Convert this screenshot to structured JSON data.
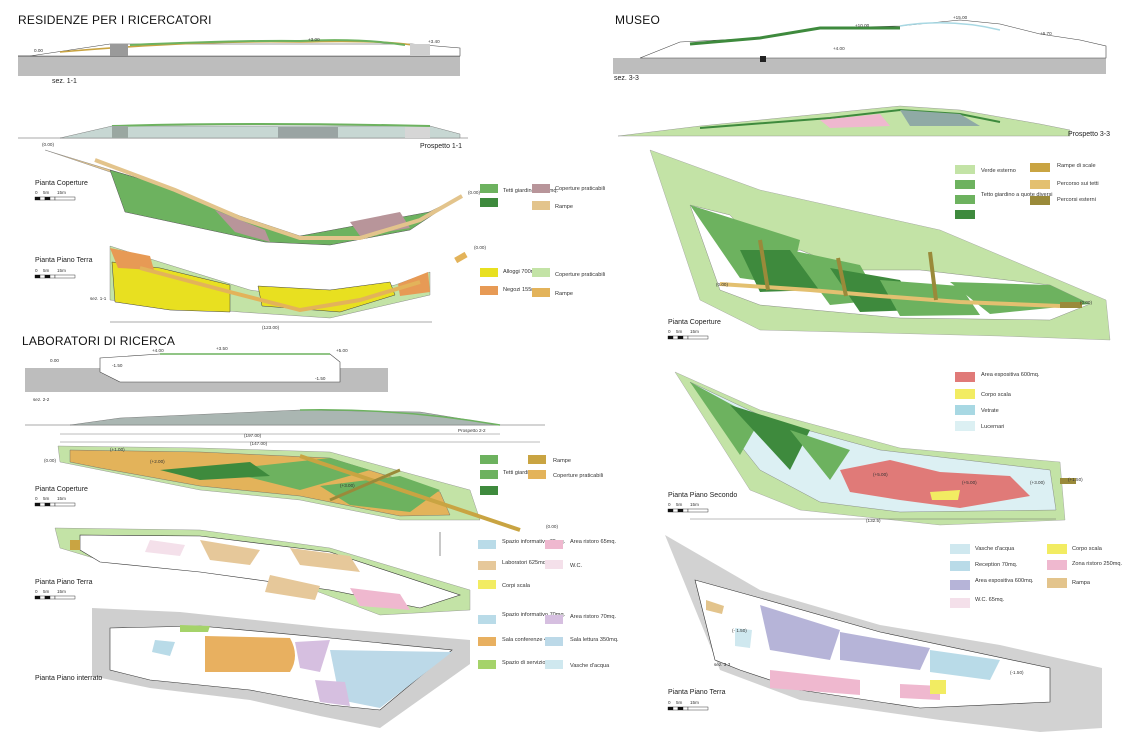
{
  "residenze": {
    "title": "RESIDENZE PER I RICERCATORI",
    "sez_label": "sez. 1-1",
    "prospetto": "Prospetto 1-1",
    "sez_elev": [
      "0.00",
      "+3.00",
      "+3.40"
    ],
    "coperture_title": "Pianta Coperture",
    "coperture_origin": "(0.00)",
    "coperture_end": "(0.00)",
    "coperture_legend": [
      {
        "label": "Tetti giardino 1000mq.",
        "color": "#6db25f"
      },
      {
        "label": "Coperture praticabili",
        "color": "#b8959a"
      },
      {
        "label": "Rampe",
        "color": "#e3c48c"
      }
    ],
    "terra_title": "Pianta Piano Terra",
    "terra_legend": [
      {
        "label": "Alloggi 700mq.",
        "color": "#e8e020"
      },
      {
        "label": "Coperture praticabili",
        "color": "#c3e3a6"
      },
      {
        "label": "Negozi 155mq.",
        "color": "#e79a55"
      },
      {
        "label": "Rampe",
        "color": "#e3b35a"
      }
    ],
    "terra_sez": "sez. 1-1",
    "terra_end": "(0.00)",
    "terra_dim": "(123.00)"
  },
  "laboratori": {
    "title": "LABORATORI DI RICERCA",
    "sez_label": "sez. 2-2",
    "sez_elev": [
      "+4.00",
      "+3.50",
      "+5.00",
      "0.00",
      "-1.50",
      "-1.50"
    ],
    "prospetto": "Prospetto 2-2",
    "dim1": "(197.00)",
    "dim2": "(147.00)",
    "coperture_title": "Pianta Coperture",
    "coperture_legend": [
      {
        "label": "Tetti giardino",
        "color": "#6db25f"
      },
      {
        "label": "Rampe",
        "color": "#c9a442"
      },
      {
        "label": "Coperture praticabili",
        "color": "#e3b35a"
      }
    ],
    "coperture_elev": [
      "(0.00)",
      "(+1.00)",
      "(+2.00)",
      "(+3.00)",
      "(0.00)"
    ],
    "terra_title": "Pianta Piano Terra",
    "terra_legend": [
      {
        "label": "Spazio informativo 70mq.",
        "color": "#b9dbe8"
      },
      {
        "label": "Area ristoro 65mq.",
        "color": "#efb8cf"
      },
      {
        "label": "Laboratori 625mq.",
        "color": "#e6c89a"
      },
      {
        "label": "W.C.",
        "color": "#f4e0ea"
      },
      {
        "label": "Corpi scala",
        "color": "#f2ec62"
      }
    ],
    "interrato_title": "Pianta Piano interrato",
    "interrato_legend": [
      {
        "label": "Spazio informativo 70mq.",
        "color": "#b9dbe8"
      },
      {
        "label": "Area ristoro 70mq.",
        "color": "#d6bfe0"
      },
      {
        "label": "Sala conferenze 400mq.",
        "color": "#e8b060"
      },
      {
        "label": "Sala lettura 350mq.",
        "color": "#bcd9e8"
      },
      {
        "label": "Spazio di servizio",
        "color": "#a5d36a"
      },
      {
        "label": "Vasche d'acqua",
        "color": "#cfe8ef"
      }
    ]
  },
  "museo": {
    "title": "MUSEO",
    "sez_label": "sez. 3-3",
    "sez_elev": [
      "+10.00",
      "+15.00",
      "+6.70",
      "+4.00"
    ],
    "prospetto": "Prospetto 3-3",
    "coperture_title": "Pianta Coperture",
    "coperture_legend": [
      {
        "label": "Verde esterno",
        "color": "#c3e3a6"
      },
      {
        "label": "Rampe di scale",
        "color": "#c9a442"
      },
      {
        "label": "Tetto giardino a quote diversi",
        "color": "#6db25f"
      },
      {
        "label": "Percorso sui tetti",
        "color": "#e3c070"
      },
      {
        "label": "Percorsi esterni",
        "color": "#9a8a3a"
      }
    ],
    "coperture_elev": [
      "(0.00)",
      "(0.00)"
    ],
    "secondo_title": "Pianta Piano Secondo",
    "secondo_legend": [
      {
        "label": "Area espositiva 600mq.",
        "color": "#e07a78"
      },
      {
        "label": "Corpo scala",
        "color": "#f2ec62"
      },
      {
        "label": "Vetrate",
        "color": "#a8d8e3"
      },
      {
        "label": "Lucernari",
        "color": "#dcf0f3"
      }
    ],
    "secondo_elev": [
      "(+5.00)",
      "(+5.00)",
      "(+3.00)",
      "(+1.50)"
    ],
    "secondo_dim": "(132.5)",
    "terra_title": "Pianta Piano Terra",
    "terra_legend": [
      {
        "label": "Vasche d'acqua",
        "color": "#cfe8ef"
      },
      {
        "label": "Corpo scala",
        "color": "#f2ec62"
      },
      {
        "label": "Reception 70mq.",
        "color": "#b9dbe8"
      },
      {
        "label": "Zona ristoro 250mq.",
        "color": "#efb8cf"
      },
      {
        "label": "Area espositiva 600mq.",
        "color": "#b6b4d8"
      },
      {
        "label": "Rampa",
        "color": "#e3c48c"
      },
      {
        "label": "W.C. 65mq.",
        "color": "#f4e0ea"
      }
    ],
    "terra_elev": [
      "(- 1.50)",
      "(-1.50)"
    ],
    "terra_sez": "sez. 3-3"
  },
  "scale_bar": [
    "0",
    "5m",
    "15m"
  ]
}
